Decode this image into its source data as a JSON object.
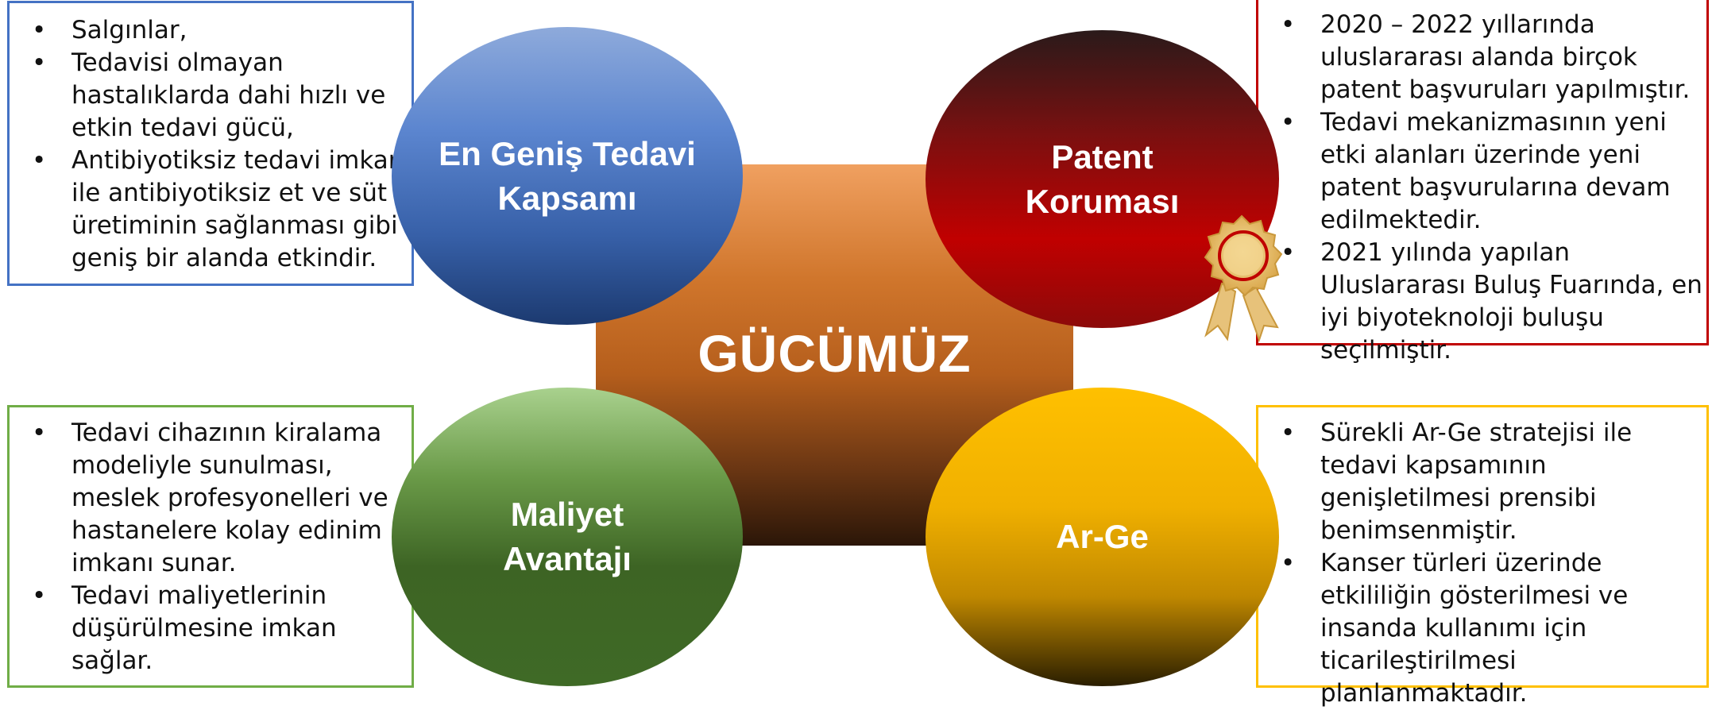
{
  "center": {
    "title": "GÜCÜMÜZ"
  },
  "circles": {
    "top_left": "En Geniş Tedavi Kapsamı",
    "top_right": "Patent Koruması",
    "bottom_left": "Maliyet Avantajı",
    "bottom_right": "Ar-Ge"
  },
  "boxes": {
    "top_left": [
      "Salgınlar,",
      "Tedavisi olmayan hastalıklarda dahi hızlı ve etkin tedavi gücü,",
      "Antibiyotiksiz tedavi imkanı ile antibiyotiksiz et ve süt üretiminin sağlanması gibi geniş bir alanda etkindir."
    ],
    "top_right": [
      "2020 – 2022 yıllarında uluslararası alanda birçok patent başvuruları yapılmıştır.",
      "Tedavi mekanizmasının yeni etki alanları üzerinde yeni patent başvurularına devam edilmektedir.",
      "2021 yılında yapılan Uluslararası Buluş Fuarında, en iyi biyoteknoloji buluşu seçilmiştir."
    ],
    "bottom_left": [
      "Tedavi cihazının kiralama modeliyle sunulması, meslek profesyonelleri ve hastanelere kolay edinim imkanı sunar.",
      "Tedavi maliyetlerinin düşürülmesine imkan sağlar."
    ],
    "bottom_right": [
      "Sürekli Ar-Ge stratejisi ile tedavi kapsamının genişletilmesi prensibi benimsenmiştir.",
      "Kanser türleri üzerinde etkililiğin gösterilmesi ve insanda kullanımı için ticarileştirilmesi planlanmaktadır."
    ]
  },
  "colors": {
    "blue": "#4472c4",
    "red": "#c00000",
    "green": "#70ad47",
    "gold": "#ffc000",
    "orange": "#c55a11"
  },
  "icons": {
    "award": "award-seal-icon"
  }
}
